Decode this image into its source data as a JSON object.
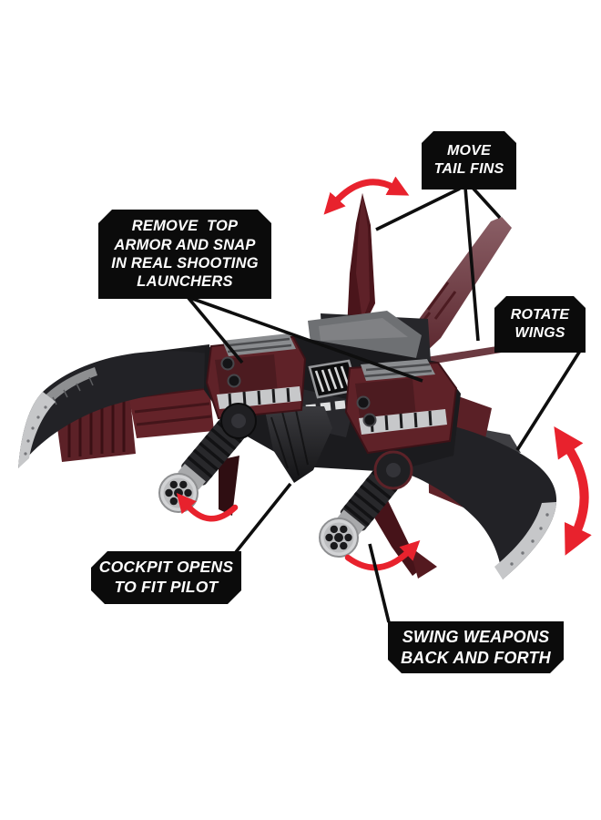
{
  "figure": {
    "alt": "Dark red and black toy attack jet with twin tail fins, serrated scythe-blade wings and two gatling-style shooting launchers, annotated with feature callouts"
  },
  "colors": {
    "page_bg": "#ffffff",
    "label_bg": "#0b0b0b",
    "label_text": "#ffffff",
    "connector": "#0e0e0e",
    "arrow_red": "#e8222d",
    "toy_maroon": "#5f2228",
    "toy_maroon_dark": "#4a151b",
    "toy_maroon_light": "#7d5058",
    "toy_black": "#1e1e21",
    "toy_grey": "#77797c",
    "toy_silver": "#c7c8ca"
  },
  "labels": {
    "move_tail_fins": {
      "lines": [
        "MOVE",
        "TAIL FINS"
      ]
    },
    "remove_top_armor": {
      "lines": [
        "REMOVE  TOP",
        "ARMOR AND SNAP",
        "IN REAL SHOOTING",
        "LAUNCHERS"
      ]
    },
    "rotate_wings": {
      "lines": [
        "ROTATE",
        "WINGS"
      ]
    },
    "cockpit_opens": {
      "lines": [
        "COCKPIT OPENS",
        "TO FIT PILOT"
      ]
    },
    "swing_weapons": {
      "lines": [
        "SWING WEAPONS",
        "BACK AND FORTH"
      ]
    }
  }
}
